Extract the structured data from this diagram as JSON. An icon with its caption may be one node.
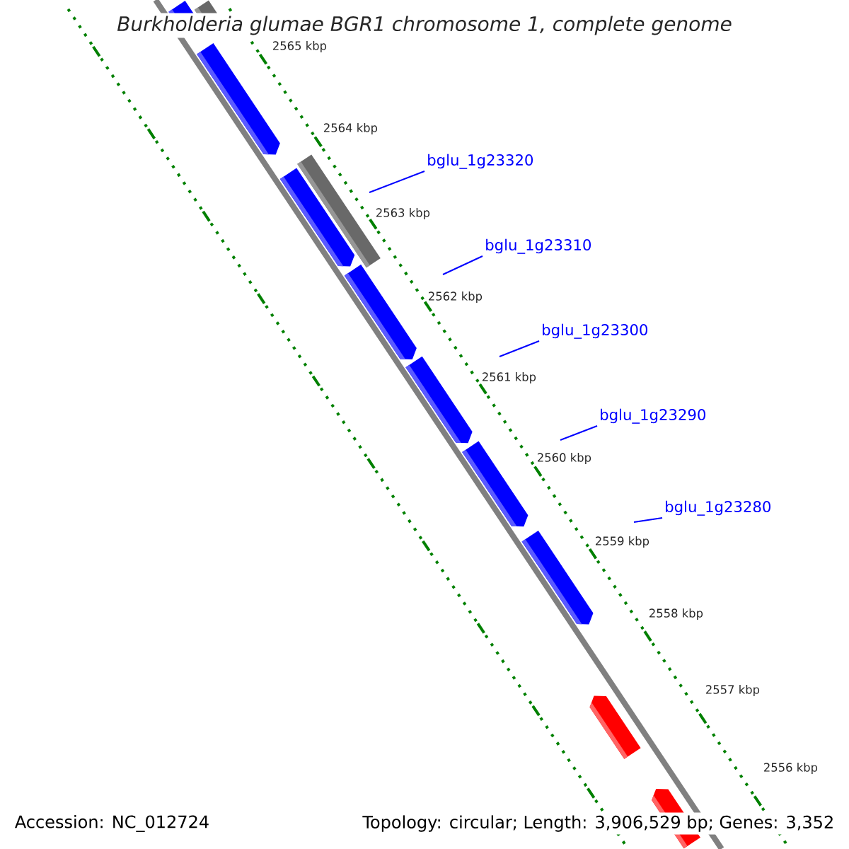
{
  "diagram": {
    "title": "Burkholderia glumae BGR1 chromosome 1, complete genome",
    "nodes": [
      {
        "text": [
          "bglu_1g23320"
        ]
      },
      {
        "text": [
          "bglu_1g23310"
        ]
      },
      {
        "text": [
          "bglu_1g23300"
        ]
      },
      {
        "text": [
          "bglu_1g23290"
        ]
      },
      {
        "text": [
          "bglu_1g23280"
        ]
      }
    ],
    "edges": [
      {
        "from": 0,
        "to": null,
        "arrow": "none"
      },
      {
        "from": 1,
        "to": null,
        "arrow": "none"
      },
      {
        "from": 2,
        "to": null,
        "arrow": "none"
      },
      {
        "from": 3,
        "to": null,
        "arrow": "none"
      },
      {
        "from": 4,
        "to": null,
        "arrow": "none"
      }
    ],
    "labels": [
      "2565 kbp",
      "2564 kbp",
      "2563 kbp",
      "2562 kbp",
      "2561 kbp",
      "2560 kbp",
      "2559 kbp",
      "2558 kbp",
      "2557 kbp",
      "2556 kbp",
      "Accession: NC_012724",
      "Topology: circular; Length: 3,906,529 bp; Genes: 3,352"
    ]
  }
}
